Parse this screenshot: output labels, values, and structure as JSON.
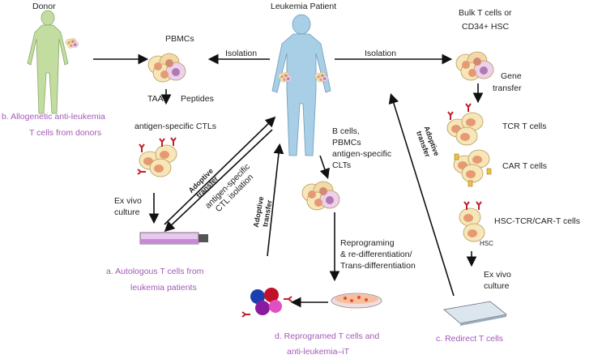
{
  "labels": {
    "donor": "Donor",
    "patient": "Leukemia Patient",
    "pbmcs": "PBMCs",
    "isolation_left": "Isolation",
    "isolation_right": "Isolation",
    "bulk_line1": "Bulk T cells or",
    "bulk_line2": "CD34+ HSC",
    "gene_line1": "Gene",
    "gene_line2": "transfer",
    "taa": "TAA",
    "peptides": "Peptides",
    "antigen_ctls": "antigen-specific CTLs",
    "adoptive": "Adoptive",
    "transfer": "transfer",
    "ag_ctl_line1": "antigen-specific",
    "ag_ctl_line2": "CTL isolation",
    "exvivo_l1": "Ex vivo",
    "exvivo_l2": "culture",
    "bcells_l1": "B cells,",
    "bcells_l2": "PBMCs",
    "bcells_l3": "antigen-specific",
    "bcells_l4": "CLTs",
    "tcr": "TCR T cells",
    "car": "CAR T cells",
    "hsc_tcr": "HSC-TCR/CAR-T cells",
    "hsc": "HSC",
    "repro_l1": "Reprograming",
    "repro_l2": "& re-differentiation/",
    "repro_l3": "Trans-differentiation",
    "exvivo_r1": "Ex vivo",
    "exvivo_r2": "culture"
  },
  "captions": {
    "b_line1": "b. Allogenetic anti-leukemia",
    "b_line2": "T cells from donors",
    "a_line1": "a. Autologous T cells from",
    "a_line2": "leukemia patients",
    "d_line1": "d. Reprogramed T cells and",
    "d_line2": "anti-leukemia–iT",
    "c": "c. Redirect T cells"
  },
  "colors": {
    "caption": "#a35ab8",
    "donor_body": "#c3dca0",
    "patient_body": "#a9cfe6",
    "cell_fill": "#f6e6b8",
    "cell_nucleus": "#e59a73",
    "receptor": "#c0202a"
  }
}
